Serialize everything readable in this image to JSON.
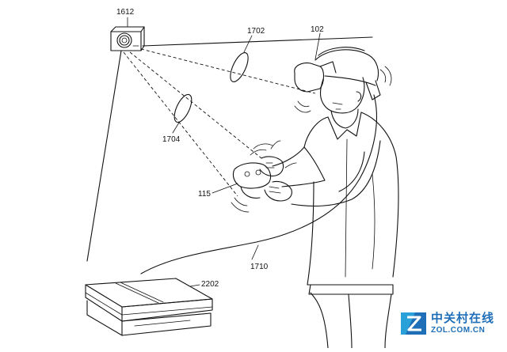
{
  "figure": {
    "labels": {
      "camera": "1612",
      "hmd": "102",
      "beam_upper": "1702",
      "beam_lower": "1704",
      "controller": "115",
      "cable": "1710",
      "console": "2202"
    }
  },
  "watermark": {
    "chinese": "中关村在线",
    "english": "ZOL.COM.CN",
    "colors": {
      "primary": "#1f6fb8",
      "secondary": "#2aa0d8"
    }
  }
}
